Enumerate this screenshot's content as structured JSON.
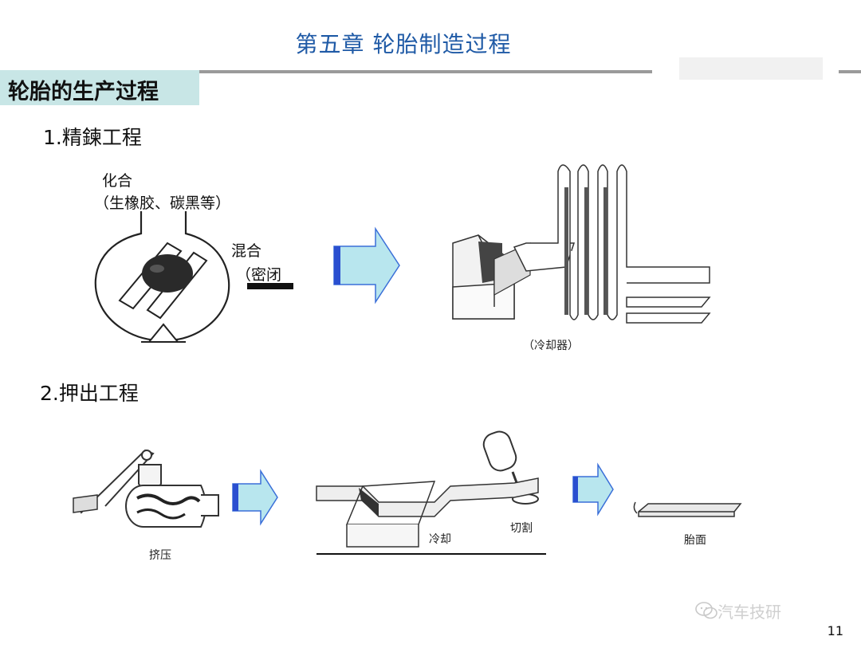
{
  "chapter_title": "第五章 轮胎制造过程",
  "section_title": "轮胎的生产过程",
  "step1": {
    "title": "1.精鍊工程",
    "compound_label": "化合",
    "compound_note": "（生橡胶、碳黑等）",
    "mix_label": "混合",
    "mix_note": "（密闭",
    "cooler_label": "（冷却器）"
  },
  "step2": {
    "title": "2.押出工程",
    "extrude_label": "挤压",
    "cool_label": "冷却",
    "cut_label": "切割",
    "tread_label": "胎面"
  },
  "watermark": "汽车技研",
  "page_number": "11",
  "colors": {
    "title_blue": "#1f5aa6",
    "section_fill": "#c8e6e6",
    "arrow_fill": "#b8e6ee",
    "arrow_edge": "#2a4fd0"
  },
  "icons": [
    "right-arrow-icon",
    "wechat-icon"
  ]
}
